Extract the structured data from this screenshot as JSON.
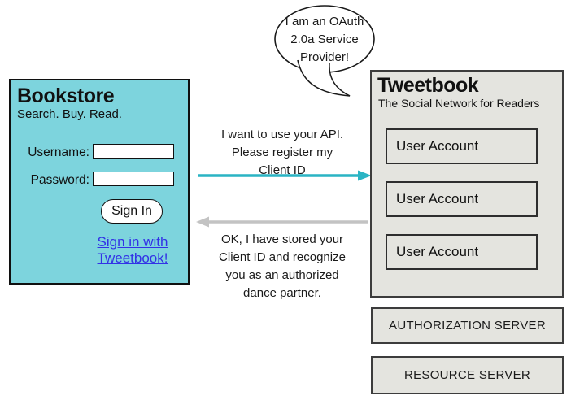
{
  "speech_bubble": {
    "lines": [
      "I am an OAuth",
      "2.0a Service",
      "Provider!"
    ]
  },
  "bookstore": {
    "title": "Bookstore",
    "tagline": "Search. Buy. Read.",
    "username_label": "Username:",
    "password_label": "Password:",
    "username_value": "",
    "password_value": "",
    "sign_in_button": "Sign In",
    "oauth_link": "Sign in with Tweetbook!"
  },
  "messages": {
    "request_lines": [
      "I want to use your API.",
      "Please register my",
      "Client ID"
    ],
    "response_lines": [
      "OK, I have stored your",
      "Client ID and recognize",
      "you as an authorized",
      "dance partner."
    ]
  },
  "tweetbook": {
    "title": "Tweetbook",
    "tagline": "The Social Network for Readers",
    "user_accounts": [
      "User Account",
      "User Account",
      "User Account"
    ]
  },
  "servers": {
    "authorization": "AUTHORIZATION SERVER",
    "resource": "RESOURCE SERVER"
  },
  "colors": {
    "bookstore_bg": "#7dd4dd",
    "panel_bg": "#e4e4df",
    "request_arrow": "#2ab4c4",
    "response_arrow": "#c3c3c3",
    "link": "#3232e6",
    "border": "#1a1a1a"
  }
}
